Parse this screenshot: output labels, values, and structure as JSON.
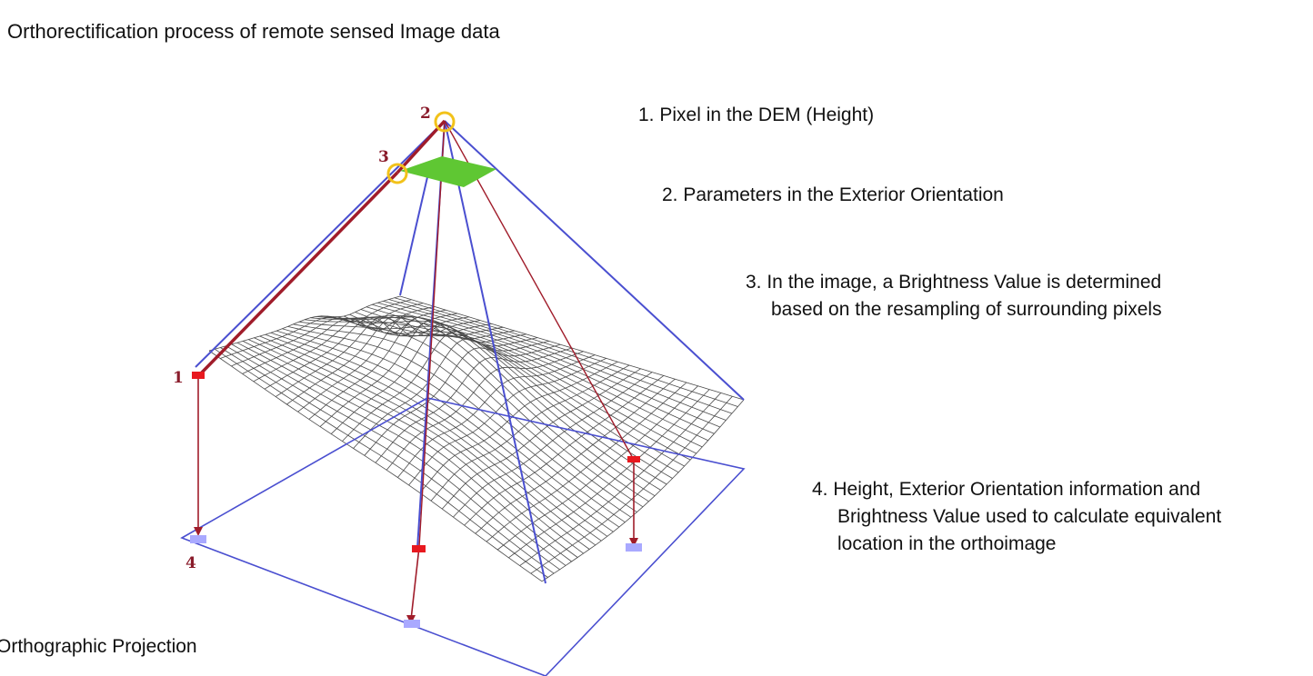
{
  "title": "Orthorectification process of remote sensed Image data",
  "footer_label": "Orthographic Projection",
  "steps": [
    {
      "text": "1. Pixel in the DEM (Height)"
    },
    {
      "text": "2. Parameters in the Exterior Orientation"
    },
    {
      "line1": "3. In the image, a Brightness Value is determined",
      "line2": "based on the resampling of surrounding pixels"
    },
    {
      "line1": "4. Height, Exterior Orientation information and",
      "line2": "Brightness Value used to calculate equivalent",
      "line3": "location in the orthoimage"
    }
  ],
  "diagram": {
    "point_labels": [
      "1",
      "2",
      "3",
      "4"
    ],
    "colors": {
      "blue_line": "#4a4fd0",
      "red_line": "#a01c2a",
      "mesh": "#4a4a4a",
      "green_image": "#5fc733",
      "highlight_ring": "#f2c21a",
      "ground_marker": "#a9a9ff",
      "surface_marker": "#e8191f"
    },
    "icons": [
      "highlight-ring",
      "pixel-marker"
    ]
  }
}
